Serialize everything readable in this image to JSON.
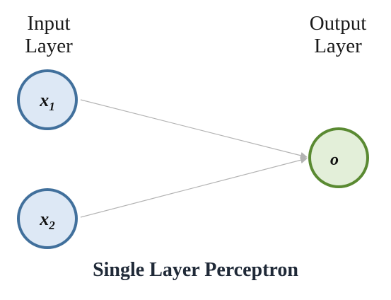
{
  "titles": {
    "input_line1": "Input",
    "input_line2": "Layer",
    "output_line1": "Output",
    "output_line2": "Layer"
  },
  "nodes": {
    "x1": {
      "base": "x",
      "sub": "1"
    },
    "x2": {
      "base": "x",
      "sub": "2"
    },
    "o": {
      "base": "o",
      "sub": ""
    }
  },
  "caption": "Single Layer Perceptron",
  "colors": {
    "input_fill": "#dde8f5",
    "input_stroke": "#41709c",
    "output_fill": "#e3efd9",
    "output_stroke": "#5a8a32",
    "edge": "#b3b3b3",
    "caption": "#1f2937"
  }
}
